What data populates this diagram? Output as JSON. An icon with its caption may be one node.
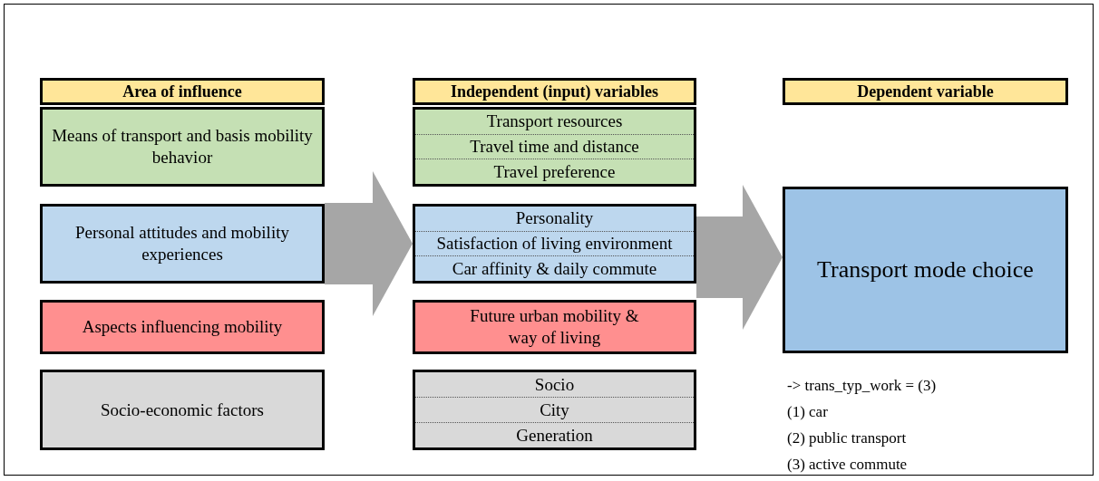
{
  "diagram": {
    "nodes": [
      {
        "text": [
          "Area of influence"
        ]
      },
      {
        "text": [
          "Independent (input) variables"
        ]
      },
      {
        "text": [
          "Dependent variable"
        ]
      },
      {
        "text": [
          "Means of transport and basis mobility behavior"
        ]
      },
      {
        "text": [
          "Personal attitudes and mobility experiences"
        ]
      },
      {
        "text": [
          "Aspects influencing mobility"
        ]
      },
      {
        "text": [
          "Socio-economic factors"
        ]
      },
      {
        "text": [
          "Transport resources",
          "Travel time and distance",
          "Travel preference"
        ]
      },
      {
        "text": [
          "Personality",
          "Satisfaction of living environment",
          "Car affinity & daily commute"
        ]
      },
      {
        "text": [
          "Future urban mobility & way of living"
        ]
      },
      {
        "text": [
          "Socio",
          "City",
          "Generation"
        ]
      },
      {
        "text": [
          "Transport mode choice"
        ]
      }
    ],
    "edges": [
      {
        "from": 4,
        "to": 8,
        "arrow": "to"
      },
      {
        "from": 8,
        "to": 11,
        "arrow": "to"
      }
    ],
    "labels": [
      "-> trans_typ_work = (3)",
      "(1) car",
      "(2) public transport",
      "(3) active commute"
    ]
  }
}
